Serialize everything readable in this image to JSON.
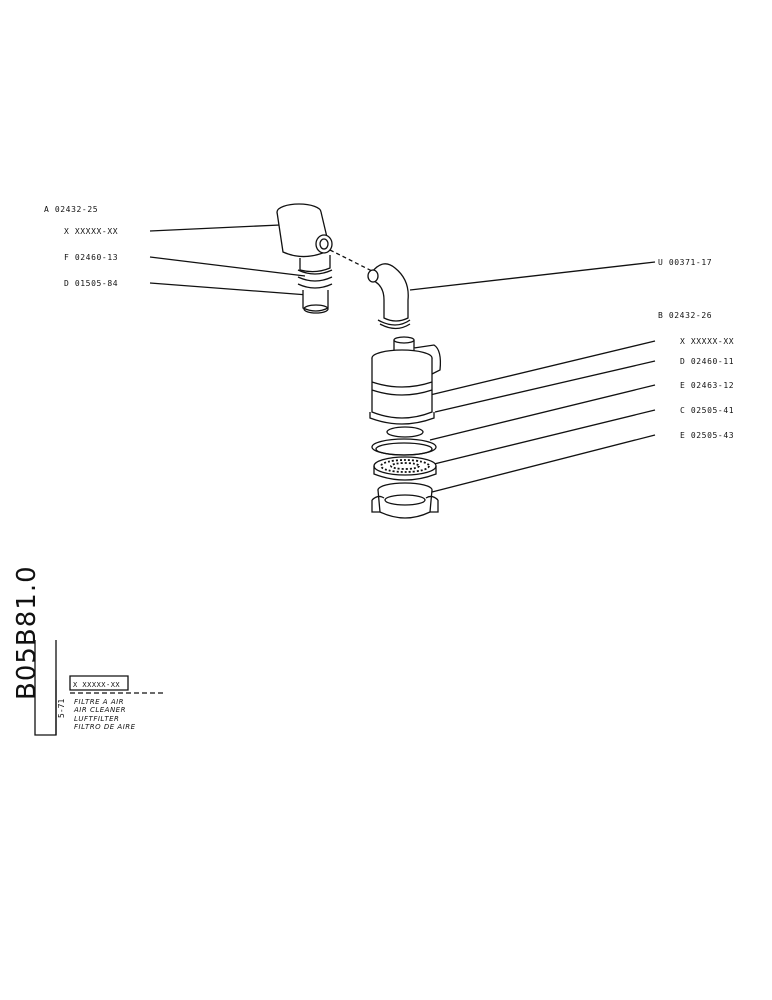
{
  "drawing": {
    "labels": {
      "a": "A 02432-25",
      "x1": "X XXXXX-XX",
      "f": "F 02460-13",
      "d1": "D 01505-84",
      "u": "U 00371-17",
      "b": "B 02432-26",
      "x2": "X XXXXX-XX",
      "d2": "D 02460-11",
      "e1": "E 02463-12",
      "c": "C 02505-41",
      "e2": "E 02505-43"
    }
  },
  "title_block": {
    "code": "B05B81.0",
    "date": "5-71",
    "ref": "X XXXXX-XX",
    "names": [
      "FILTRE A AIR",
      "AIR CLEANER",
      "LUFTFILTER",
      "FILTRO DE AIRE"
    ]
  }
}
